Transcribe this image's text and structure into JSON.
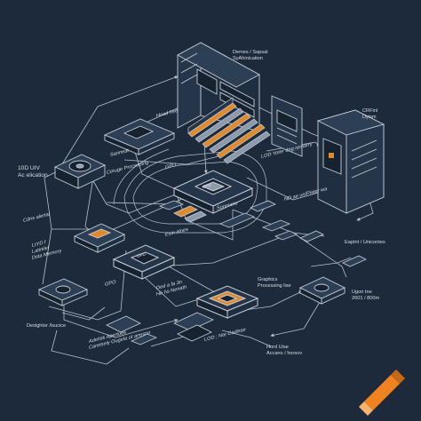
{
  "colors": {
    "background": "#1c2a3b",
    "line": "#b7c1cd",
    "device_fill": "#25364a",
    "device_dark": "#172230",
    "accent_orange": "#e08a2c",
    "accent_steel": "#8d9aab",
    "logo_orange": "#f0821f"
  },
  "labels": {
    "demos_sapsal": "Demes / Sapsal\nSyAhinication",
    "crfini_dysim": "CRFinl\nDyism",
    "hoad_nse": "Hoad hse",
    "sanneat": "Sanneat",
    "ceduge_processing": "Cetuge Processing",
    "gpu_top": "GPU",
    "loo_uiv": "10D UIV\nAc elication",
    "lod_fallar": "LOD Yoter dng remarry",
    "cpu_tag": "CPU",
    "sonniarie": "Sonniarie",
    "nd_ae_un": "ND ae un/Pister wa",
    "cdns_alertal": "Cdns alertal",
    "ltyd_cadsary": "LtYD f\nLatinilel\nDsta Memory",
    "ein_alnes": "Exin alnes",
    "eaplint_unicontes": "EapInt / Unicontes",
    "gpu_chip": "GPU",
    "gpo": "GPO",
    "ded_a_fa": "Ded a fa 3n\nHe hs Nenath",
    "graphics_processing": "Graphics\nProcessing lise",
    "ugon_line": "Ugon tne\n2601 / 800m",
    "designtor_itucice": "Deslghtor /lsucice",
    "appeil_apertes": "Adetisk Apertues\nCaretsely Ougela ot anesno",
    "lod_no_cadisse": "LOD ; Nte Cadisse",
    "hard_use": "Hord Uise\nAccano / horsov"
  }
}
